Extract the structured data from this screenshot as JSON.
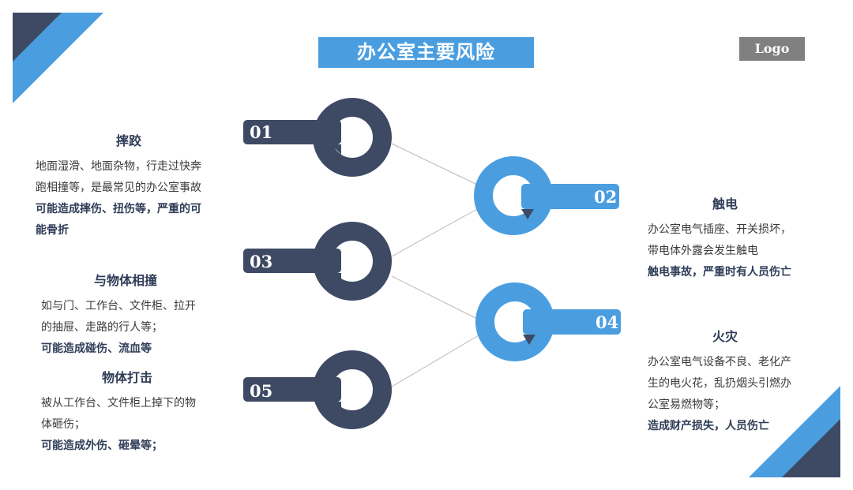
{
  "title": "办公室主要风险",
  "logo": "Logo",
  "colors": {
    "dark": "#3e4a64",
    "blue": "#4a9ee0",
    "accent_gray": "#808080"
  },
  "nodes": [
    {
      "number": "01",
      "color": "dark"
    },
    {
      "number": "02",
      "color": "blue"
    },
    {
      "number": "03",
      "color": "dark"
    },
    {
      "number": "04",
      "color": "blue"
    },
    {
      "number": "05",
      "color": "dark"
    }
  ],
  "risks": {
    "slip": {
      "head": "摔跤",
      "desc": [
        "地面湿滑、地面杂物，行走过快奔",
        "跑相撞等，是最常见的办公室事故"
      ],
      "conseq": [
        "可能造成摔伤、扭伤等，严重的可",
        "能骨折"
      ]
    },
    "collision": {
      "head": "与物体相撞",
      "desc": [
        "如与门、工作台、文件柜、拉开",
        "的抽屉、走路的行人等；"
      ],
      "conseq": [
        "可能造成碰伤、流血等"
      ]
    },
    "strike": {
      "head": "物体打击",
      "desc": [
        "被从工作台、文件柜上掉下的物",
        "体砸伤；"
      ],
      "conseq": [
        "可能造成外伤、砸晕等；"
      ]
    },
    "shock": {
      "head": "触电",
      "desc": [
        "办公室电气插座、开关损坏，",
        "带电体外露会发生触电"
      ],
      "conseq": [
        "触电事故，严重时有人员伤亡"
      ]
    },
    "fire": {
      "head": "火灾",
      "desc": [
        "办公室电气设备不良、老化产",
        "生的电火花，乱扔烟头引燃办",
        "公室易燃物等；"
      ],
      "conseq": [
        "造成财产损失，人员伤亡"
      ]
    }
  }
}
